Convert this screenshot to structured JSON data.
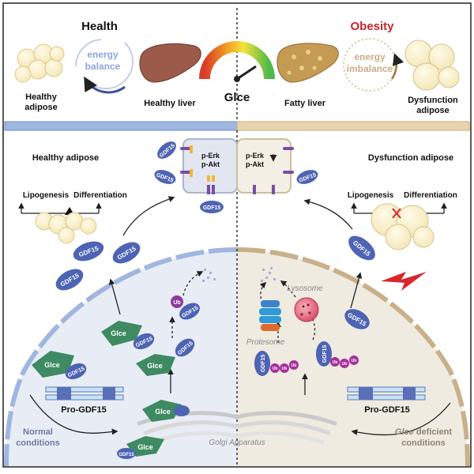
{
  "top": {
    "health_title": "Health",
    "obesity_title": "Obesity",
    "energy_balance": [
      "energy",
      "balance"
    ],
    "energy_imbalance": [
      "energy",
      "imbalance"
    ],
    "healthy_adipose": [
      "Healthy",
      "adipose"
    ],
    "healthy_liver": "Healthy liver",
    "gauge_label": "Glce",
    "fatty_liver": "Fatty  liver",
    "dysfunction_adipose": [
      "Dysfunction",
      "adipose"
    ]
  },
  "left": {
    "title": "Healthy adipose",
    "lipogenesis": "Lipogenesis",
    "differentiation": "Differentiation",
    "receptor_labels": [
      "GDF15",
      "GDF15",
      "GDF15"
    ],
    "signal_1": "p-Erk",
    "signal_2": "p-Akt",
    "secreted": [
      "GDF15",
      "GDF15",
      "GDF15"
    ],
    "complex_glce": [
      "Glce",
      "Glce",
      "Glce",
      "Glce",
      "Glce"
    ],
    "complex_gdf": [
      "GDF15",
      "GDF15",
      "GDF15",
      "GDF15"
    ],
    "ub": "Ub",
    "ub_gdf": "GDF15",
    "pro_gdf15": "Pro-GDF15",
    "condition": [
      "Normal",
      "conditions"
    ],
    "golgi": "Golgi Apparatus"
  },
  "right": {
    "title": "Dysfunction adipose",
    "lipogenesis": "Lipogenesis",
    "differentiation": "Differentiation",
    "receptor_labels": [
      "GDF15"
    ],
    "signal_1": "p-Erk",
    "signal_2": "p-Akt",
    "secreted": [
      "GDF15",
      "GDF15"
    ],
    "lysosome": "Lysosome",
    "protesome": "Protesome",
    "ub_labels": [
      "Ub",
      "Ub",
      "Ub",
      "Ub",
      "Ub",
      "Ub"
    ],
    "ub_gdf": [
      "GDF15",
      "GDF15"
    ],
    "pro_gdf15": "Pro-GDF15",
    "condition_em": "Glce",
    "condition_rest": " deficient",
    "condition_line2": "conditions"
  },
  "colors": {
    "health_blue": "#1c3f8f",
    "obesity_red": "#c0282d",
    "gdf15": "#4d63b3",
    "glce": "#3e8a62",
    "ub": "#a6309a"
  }
}
